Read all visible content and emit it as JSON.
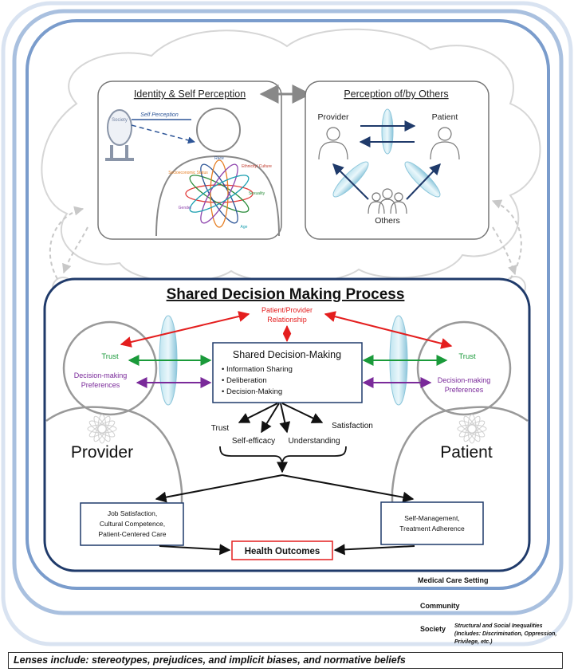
{
  "identity_panel": {
    "title": "Identity & Self Perception",
    "mirror_label": "Society",
    "self_perception_label": "Self Perception",
    "identity_labels": {
      "race": "Race",
      "ethnicity": "Ethnicity/ Culture",
      "ses": "Socioeconomic Status",
      "sexuality": "Sexuality",
      "gender": "Gender",
      "age": "Age"
    }
  },
  "perception_panel": {
    "title": "Perception of/by Others",
    "provider_label": "Provider",
    "patient_label": "Patient",
    "others_label": "Others"
  },
  "sdm": {
    "title": "Shared Decision Making Process",
    "relationship_label_line1": "Patient/Provider",
    "relationship_label_line2": "Relationship",
    "box_title": "Shared Decision-Making",
    "box_items": [
      "Information Sharing",
      "Deliberation",
      "Decision-Making"
    ],
    "left_trust": "Trust",
    "left_pref_line1": "Decision-making",
    "left_pref_line2": "Preferences",
    "right_trust": "Trust",
    "right_pref_line1": "Decision-making",
    "right_pref_line2": "Preferences",
    "provider_label": "Provider",
    "patient_label": "Patient",
    "outcome_trust": "Trust",
    "outcome_satisfaction": "Satisfaction",
    "outcome_self_efficacy": "Self-efficacy",
    "outcome_understanding": "Understanding",
    "left_outcome_lines": [
      "Job Satisfaction,",
      "Cultural Competence,",
      "Patient-Centered Care"
    ],
    "right_outcome_lines": [
      "Self-Management,",
      "Treatment Adherence"
    ],
    "health_outcomes": "Health Outcomes"
  },
  "levels": {
    "medical": "Medical Care Setting",
    "community": "Community",
    "society": "Society",
    "society_note_lines": [
      "Structural and Social Inequalities",
      "(Includes: Discrimination, Oppression,",
      "Privilege, etc.)"
    ]
  },
  "footer": "Lenses include: stereotypes, prejudices, and implicit biases, and normative beliefs",
  "colors": {
    "red": "#e41e1e",
    "green": "#1a9a3a",
    "purple": "#7a2a9a",
    "dark_blue": "#1f3a6a",
    "frame_blue": "#2d5597",
    "light_blue": "#a9c0df"
  }
}
